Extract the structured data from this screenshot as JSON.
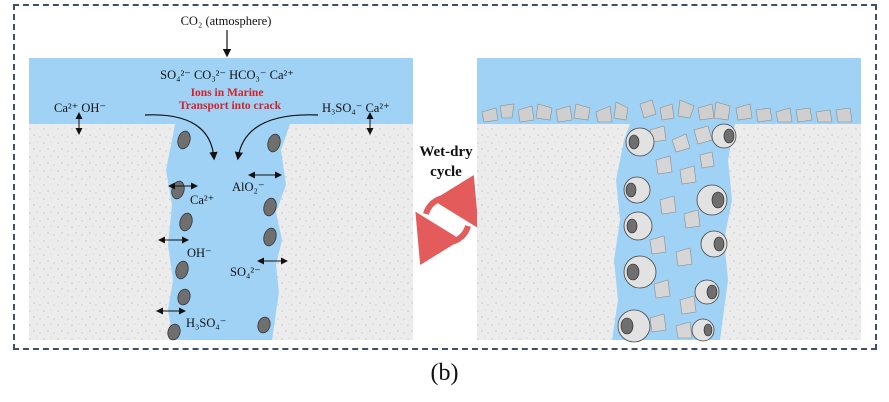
{
  "left_panel": {
    "co2": "CO₂ (atmosphere)",
    "seawater_ions": "SO₄²⁻  CO₃²⁻  HCO₃⁻  Ca²⁺",
    "transport_line1": "Ions in Marine",
    "transport_line2": "Transport into crack",
    "left_surface_ions": "Ca²⁺ OH⁻",
    "right_surface_ions": "H₃SO₄⁻  Ca²⁺",
    "crack_ions": {
      "ca": "Ca²⁺",
      "alo2": "AlO₂⁻",
      "oh": "OH⁻",
      "so4": "SO₄²⁻",
      "h3so4": "H₃SO₄⁻"
    }
  },
  "cycle": {
    "line1": "Wet-dry",
    "line2": "cycle"
  },
  "caption": "(b)",
  "colors": {
    "seawater": "#9fd2f5",
    "concrete": "#ececec",
    "particle": "#6f6f6f",
    "cycle_arrow": "#e35b5b",
    "frame": "#3d4f6b",
    "transport_text": "#d2232a"
  }
}
